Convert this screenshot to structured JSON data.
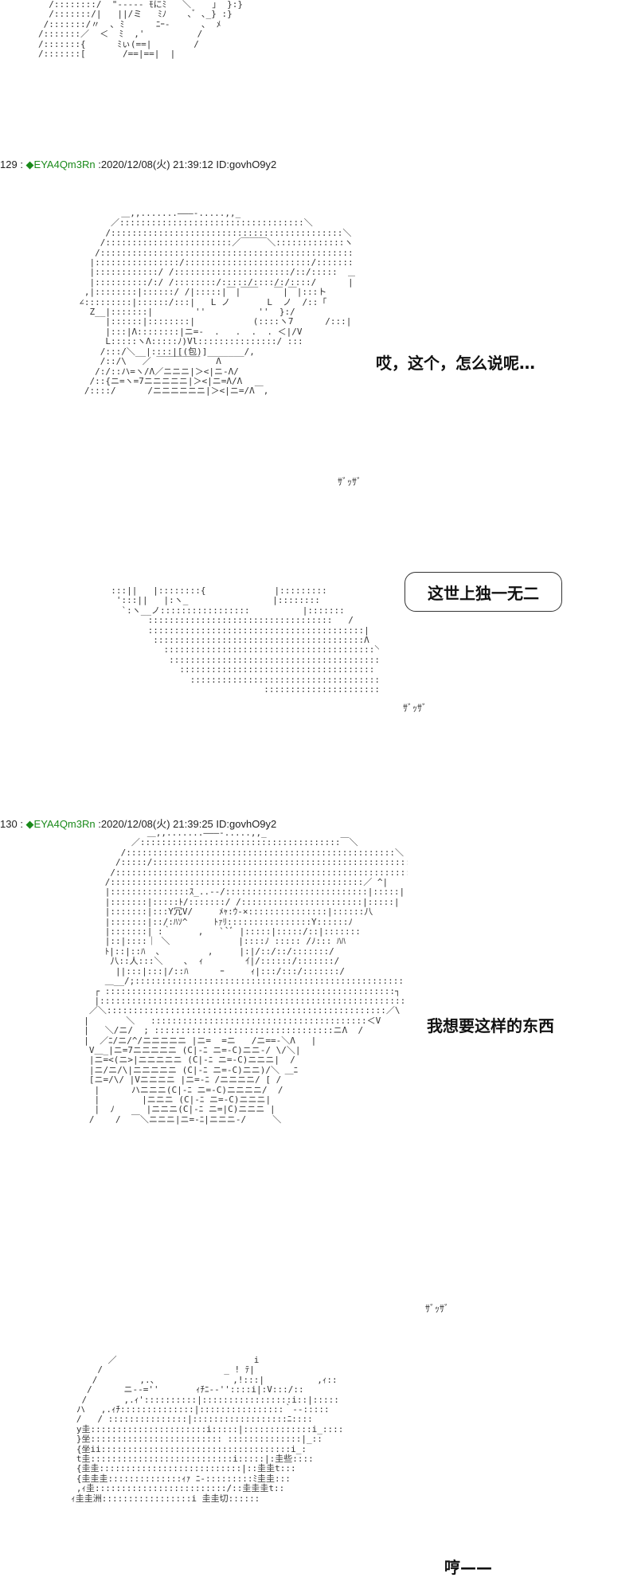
{
  "posts": [
    {
      "number": "129",
      "separator": " : ",
      "trip": "◆EYA4Qm3Rn",
      "datetime": " :2020/12/08(火) 21:39:12 ID:govhO9y2"
    },
    {
      "number": "130",
      "separator": " : ",
      "trip": "◆EYA4Qm3Rn",
      "datetime": " :2020/12/08(火) 21:39:25 ID:govhO9y2"
    }
  ],
  "dialogue": {
    "line1": "哎，这个，怎么说呢…",
    "line2": "这世上独一无二",
    "line3": "我想要这样的东西",
    "line4": "哼——"
  },
  "sfx": {
    "sfx1": "ｻﾞｯｻﾞ",
    "sfx2": "ｻﾞｯｻﾞ",
    "sfx3": "ｻﾞｯｻﾞ"
  },
  "ascii_art": {
    "art0": "  /::::::::/  \"----- ﾓにﾐ   ＼    ｣  }:}\n  /:::::::/|   ||/ミ   ﾐﾉ    ､ﾞ ､_} :}\n /:::::::/〃  ､ ﾐ      ﾆｰ-      ､  ﾒ\n/:::::::／  ＜  ﾐ  ,'          /\n/:::::::{      ﾐぃ(==|        /\n/:::::::[       /==|==|  |",
    "art1": "          ＿,,.......―――-.....,,_\n        ／:::::::::::::::::::::::::::::::::::＼\n       /::::::::::::::::::::::::::::::::::::::::::::＼    っ\n      /::::::::::::::::::::::::／￣￣￣＼:::::::::::::ヽ\n     /::::::::::::::::::::::::::::::::::::::::::::::::::::Λ::::   っ\n    |::::::::::::::::/::::::::::::::::::::::::/::::::::::::::|\n    |::::::::::::/ /::::::::::::::::::::::/::/:::::  ＿|:::::\n    |::::::::::/:/ /::::::::/:::::/::::/:/::::/      |:::::\n   ,|::::::::|::::::/ /|:::::|￣|￣￣   ￣|￣|:::ト\n  ∠:::::::::|::::::/:::|   L ノ       L  ノ  /::「\n    Z__|:::::::|        ''          ''  }:/\n       |::::::|::::::::|           (::::ヽ7      /:::|\n       |:::|Λ::::::::|ニ=-  .   .  .  . ＜|/V\n       L:::::ヽΛ:::::ﾉ)Vl:::::::::::::::/ :::\n      /:::/＼__|::::|[(包)]_______/,\n      /::/\\   ／ ￣￣￣￣￣   Λ\n     /:/::ハ=ヽ/Λ／ニニニ|＞<|ニ-Λ/\n    /::{ニ=ヽ=7ニニニニニ|＞<|ニ=Λ/Λ\n   /::::/      /ニニニニニニ|＞<|ニ=/Λ￣,",
    "art2": "  :::||   |::::::::{             |:::::::::\n   ':::||   |:ヽ_                |::::::::\n    `:ヽ__ノ:::::::::::::::::          |:::::::\n         :::::::::::::::::::::::::::::::::::   /\n         :::::::::::::::::::::::::::::::::::::::::|\n          ::::::::::::::::::::::::::::::::::::::::Λ\n            ::::::::::::::::::::::::::::::::::::::::＼\n             :::::::::::::::::::::::::::::::::::::::::＼\n               :::::::::::::::::::::::::::::::::::::    ＼\n                 ::::::::::::::::::::::::::::::::::::::::＼\n                               ::::::::::::::::::::::>  ;",
    "art3": "              ＿,,.......―――-.....,,_\n           ／::::::::::::::::::::::::::::::::::::::￣＼\n         /:::::::::::::::::::::::::::::::::::::::::::::::::::＼\n        /:::::/::::::::::::::::::::::::::::::::::::::::::::::::::::ヽ\n       /::::::::::::::::::::::::::::::::::::::::::::::::::::::::::::::｢\n      /::::::::::::::::::::::::::::::::::::::::::::::::／ ^|\n      |:::::::::::::::ｽ_..-‐/:::::::::::::::::::::::::::|:::::|\n      |:::::::|:::::ﾄ/:::::::/ /:::::::::::::::::::::::|:::::|\n      |:::::::|:::Y冗V/     ﾒｬ:ｳ-×:::::::::::::::|::::::八\n      |:::::::|::/:ﾊｿ^     ﾄｧﾘ::::::::::::::::Y::::::ﾉ\n      |:::::::| :｀     ,   ``ﾞ |:::::|:::::/::|:::::::\n      |::|::::｜ ＼             |::::ﾉ ::::: /ﾉ::: ﾊﾊ\n      ﾄ|::|::ﾊ  ､         ,     |:|/::/::/:::::::/\n       八::人:::＼    ､  ｨ        ｲ|/::::::/:::::::/\n        ||:::|:::|/::ﾊ      ｰ     ｨ|:::/:::/:::::::/\n      ＿__/;:::::::::::::::::::::::::::::::::::::::::::::::::::\n    ┌ :::::::::::::::::::::::::::::::::::::::::::::::::::::::┐\n    |::::::::::::::::::::::::::::::::::::::::::::::::::::::::::|\n   ／＼:::::::::::::::::::::::::::::::::::::::::::::::::::::／\\\n  |       ＼   :::::::::::::::::::::::::::::::::::::::::＜V\n  |   ＼/ニ/  ; ::::::::::::::::::::::::::::::::::ニΛ  /\n  |  ／ﾆ/ニ/^/ニニニニニ |ニ=  =ニ   /ニ==-＼Λ   |\n   V＿_|ニ=7ニニニニニ (C|-ﾆ ニ=-C)ニニ-/ \\/＼|\n   |ニ=<(ニ>|ニニニニニ (C|-ﾆ ニ=-C)ニニニ|  /\n   |ニ/ニ/\\|ニニニニニ (C|-ﾆ ニ=-C)ニニ)/＼ ＿ﾆ\n   [ニ=/\\/ |Vニニニニ |ニ=-ﾆ /ニニニニ/ [ /\n    |      ハニニニ(C|-ﾆ ニ=-C)ニニニニ/  /\n    |        |ニニニ (C|-ﾆ ニ=-C)ニニニ|\n    |  ﾉ      |ニニニ(C|-ﾆ ニ=|C)ニニニ |\n   /    /  ￣＼ニニニ|ニ=-ﾆ|ニニニ-/     ＼",
    "art4": "         ／                          i\n       /                       _ ! ﾃ|\n      /        ,.、              ,!:::|          ,ｨ::\n     /      ニ--=''       ｨﾁﾆ--''::::i|:V:::/::\n    /       ,.ｨ'::::::::::|:::::::::::::::::i::|:::::\n   ハ   ,.ｨﾁ::::::::::::::|::::::::::::::::｀--:::::\n   /   / :::::::::::::::|::::::::::::::::::ﾆ::::\n   y圭::::::::::::::::::::::i:::::|:::::::::::::i_::::\n   }坐::::::::::::::::::::::::: ::::::::::::::|_::\n   {坐ii::::::::::::::::::::::::::::::::::::i_:\n   t圭:::::::::::::::::::::::::::i:::::|:圭些::::\n   {圭圭:::::::::::::::::::::::::::|::圭圭t:::\n   {圭圭圭::::::::::::::ｨｧ ﾆ-:::::::::ﾐ圭圭:::\n   ,ｨ圭:::::::::::::::::::::::::/::圭圭圭t::\n  ｨ圭圭洲:::::::::::::::::i 圭圭切::::::"
  }
}
